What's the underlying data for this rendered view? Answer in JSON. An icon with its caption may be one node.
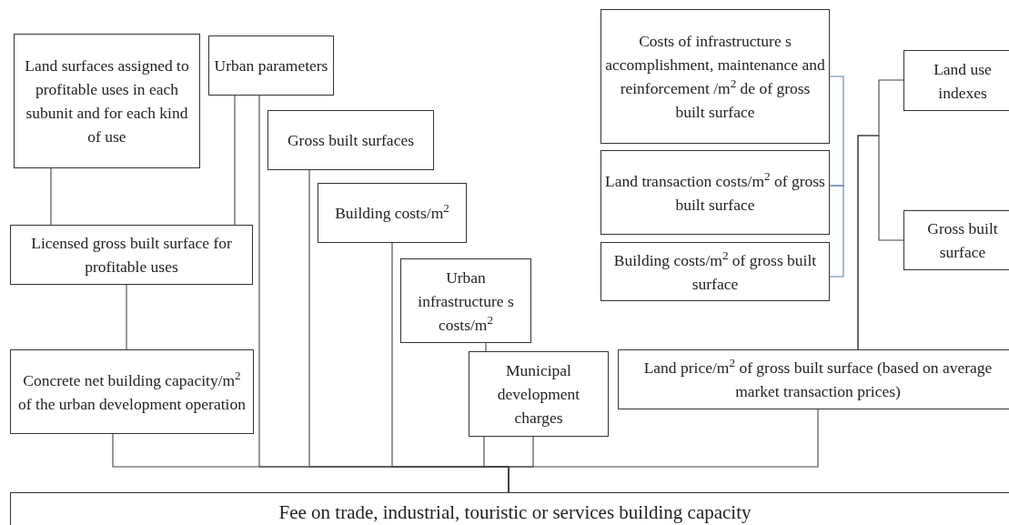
{
  "diagram": {
    "nodes": [
      {
        "text": [
          "Land surfaces assigned to profitable uses in each subunit and for each kind of use"
        ]
      },
      {
        "text": [
          "Urban parameters"
        ]
      },
      {
        "text": [
          "Gross built surfaces"
        ]
      },
      {
        "text": [
          "Building costs/m$^{2}$"
        ]
      },
      {
        "text": [
          "Licensed gross built surface for profitable uses"
        ]
      },
      {
        "text": [
          "Urban infrastructure s costs/m$^{2}$"
        ]
      },
      {
        "text": [
          "Concrete net building capacity/m$^{2}$ of the urban development operation"
        ]
      },
      {
        "text": [
          "Municipal development charges"
        ]
      },
      {
        "text": [
          "Costs of infrastructure s accomplishment, maintenance and reinforcement /m$^{2}$ de of gross built surface"
        ]
      },
      {
        "text": [
          "Land transaction costs/m$^{2}$ of gross built surface"
        ]
      },
      {
        "text": [
          "Building costs/m$^{2}$ of gross built surface"
        ]
      },
      {
        "text": [
          "Land use indexes"
        ]
      },
      {
        "text": [
          "Gross built surface"
        ]
      },
      {
        "text": [
          "Land price/m$^{2}$ of gross built surface (based on average market transaction prices)"
        ]
      },
      {
        "text": [
          "Fee on trade, industrial, touristic or services  building capacity"
        ]
      }
    ],
    "edges": [
      {
        "from": 0,
        "to": 4,
        "arrow": "none"
      },
      {
        "from": 1,
        "to": 4,
        "arrow": "none"
      },
      {
        "from": 4,
        "to": 6,
        "arrow": "none"
      },
      {
        "from": 6,
        "to": 14,
        "arrow": "none"
      },
      {
        "from": 1,
        "to": 14,
        "arrow": "none"
      },
      {
        "from": 2,
        "to": 14,
        "arrow": "none"
      },
      {
        "from": 3,
        "to": 14,
        "arrow": "none"
      },
      {
        "from": 5,
        "to": 7,
        "arrow": "none"
      },
      {
        "from": 7,
        "to": 14,
        "arrow": "none"
      },
      {
        "from": 7,
        "to": 14,
        "arrow": "none"
      },
      {
        "from": 13,
        "to": 14,
        "arrow": "none"
      },
      {
        "from": 8,
        "to": 9,
        "arrow": "none",
        "color": "#5b7fb5"
      },
      {
        "from": 9,
        "to": 10,
        "arrow": "none",
        "color": "#5b7fb5"
      },
      {
        "from": 11,
        "to": 13,
        "arrow": "none"
      },
      {
        "from": 12,
        "to": 13,
        "arrow": "none"
      }
    ]
  }
}
